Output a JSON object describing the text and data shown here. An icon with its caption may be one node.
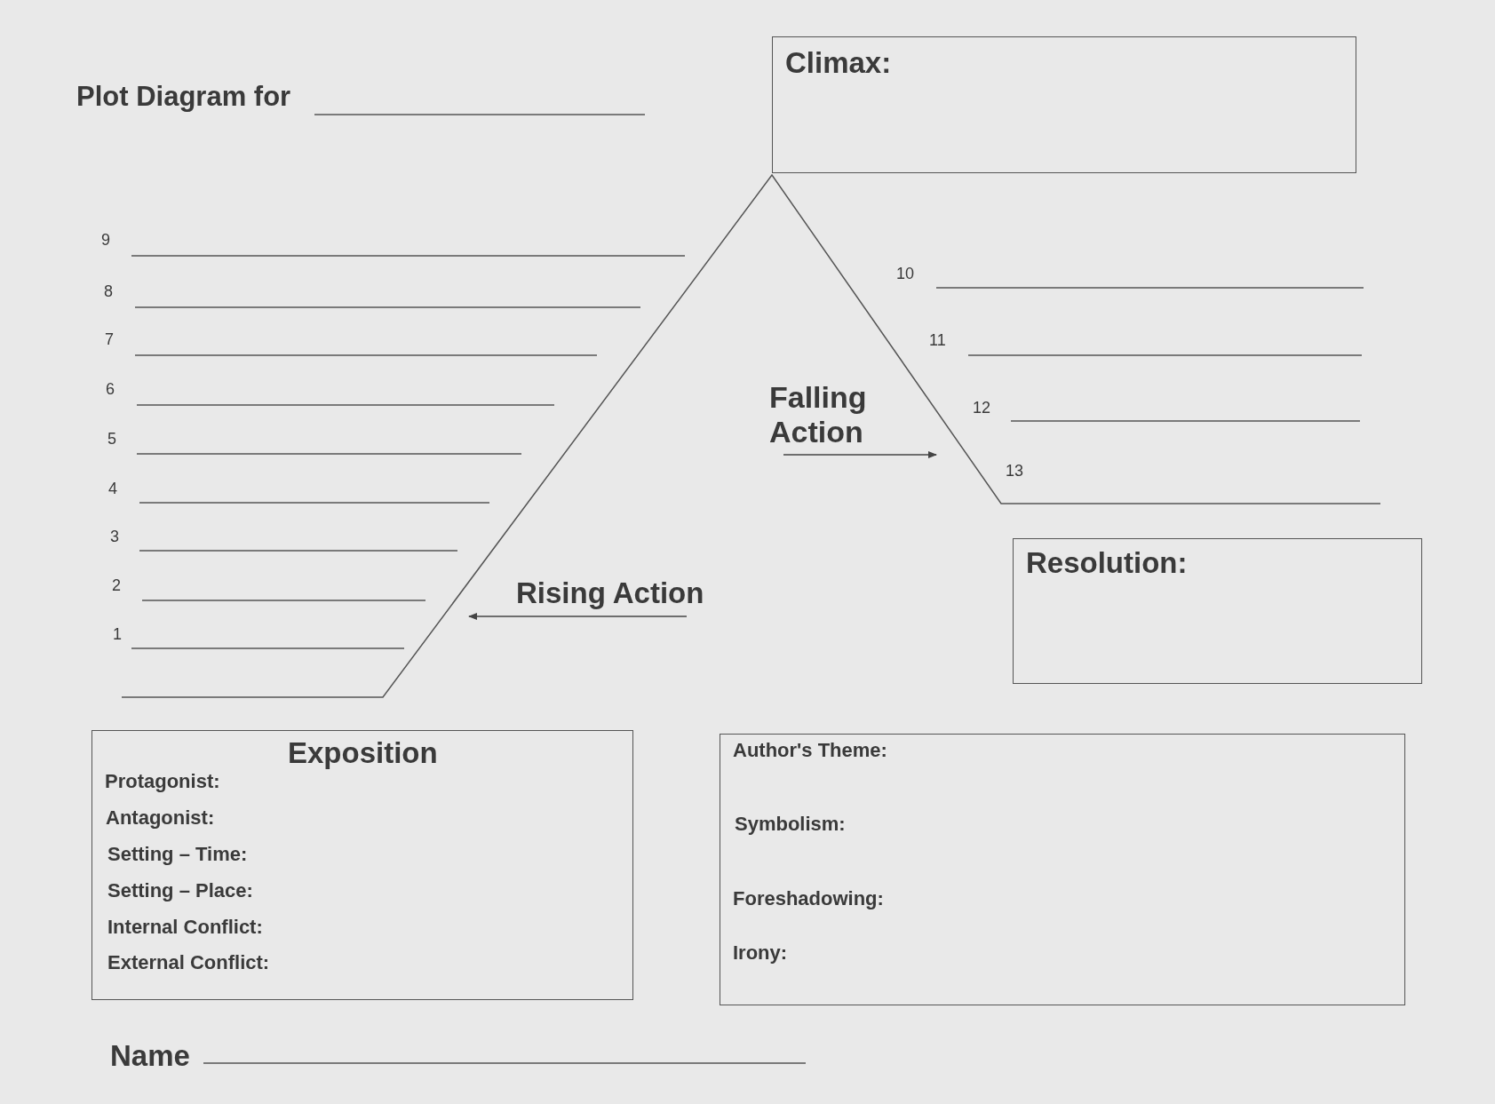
{
  "diagram": {
    "title": "Plot Diagram for",
    "nodes": [
      {
        "text": [
          "Climax:"
        ]
      },
      {
        "text": [
          "Resolution:"
        ]
      },
      {
        "text": [
          "Exposition",
          "Protagonist:",
          "Antagonist:",
          "Setting – Time:",
          "Setting – Place:",
          "Internal Conflict:",
          "External Conflict:"
        ]
      },
      {
        "text": [
          "Author's Theme:",
          "Symbolism:",
          "Foreshadowing:",
          "Irony:"
        ]
      }
    ],
    "labels": [
      "9",
      "10",
      "8",
      "11",
      "7",
      "6",
      "12",
      "Falling Action",
      "5",
      "13",
      "4",
      "3",
      "2",
      "Rising Action",
      "1",
      "Name"
    ]
  }
}
